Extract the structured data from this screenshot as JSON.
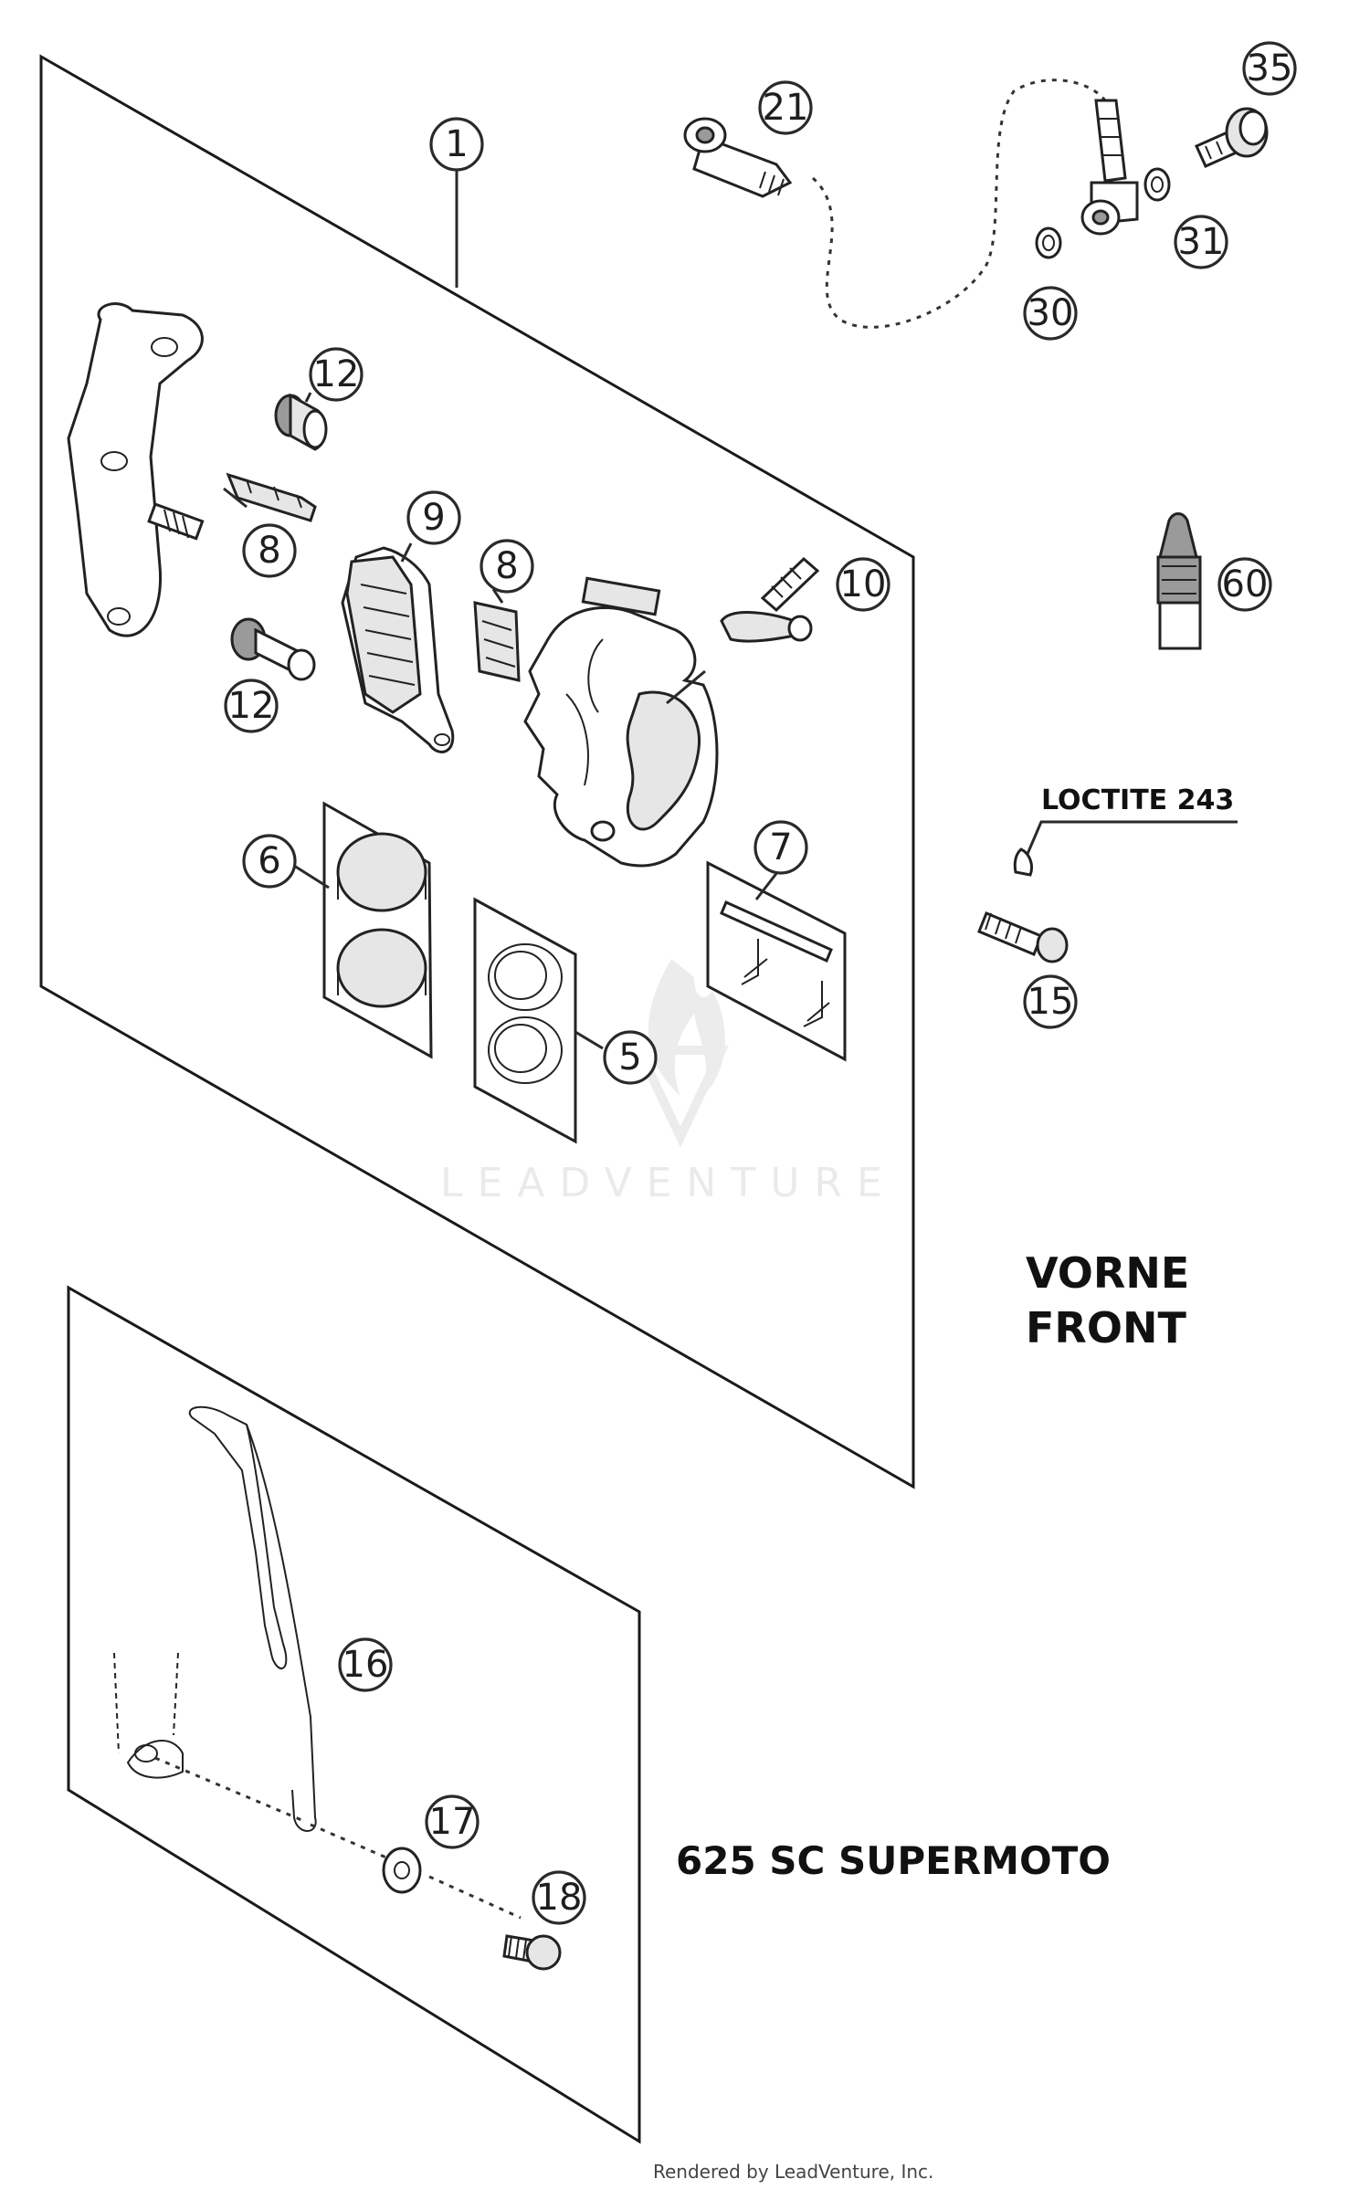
{
  "diagram": {
    "callouts": [
      "1",
      "21",
      "35",
      "31",
      "30",
      "12",
      "8",
      "9",
      "8",
      "10",
      "60",
      "12",
      "6",
      "7",
      "5",
      "15",
      "16",
      "17",
      "18"
    ],
    "labels": {
      "front_de": "VORNE",
      "front_en": "FRONT",
      "model": "625 SC SUPERMOTO",
      "loctite": "LOCTITE 243"
    },
    "watermark": "LEADVENTURE",
    "footer": "Rendered by LeadVenture, Inc."
  }
}
